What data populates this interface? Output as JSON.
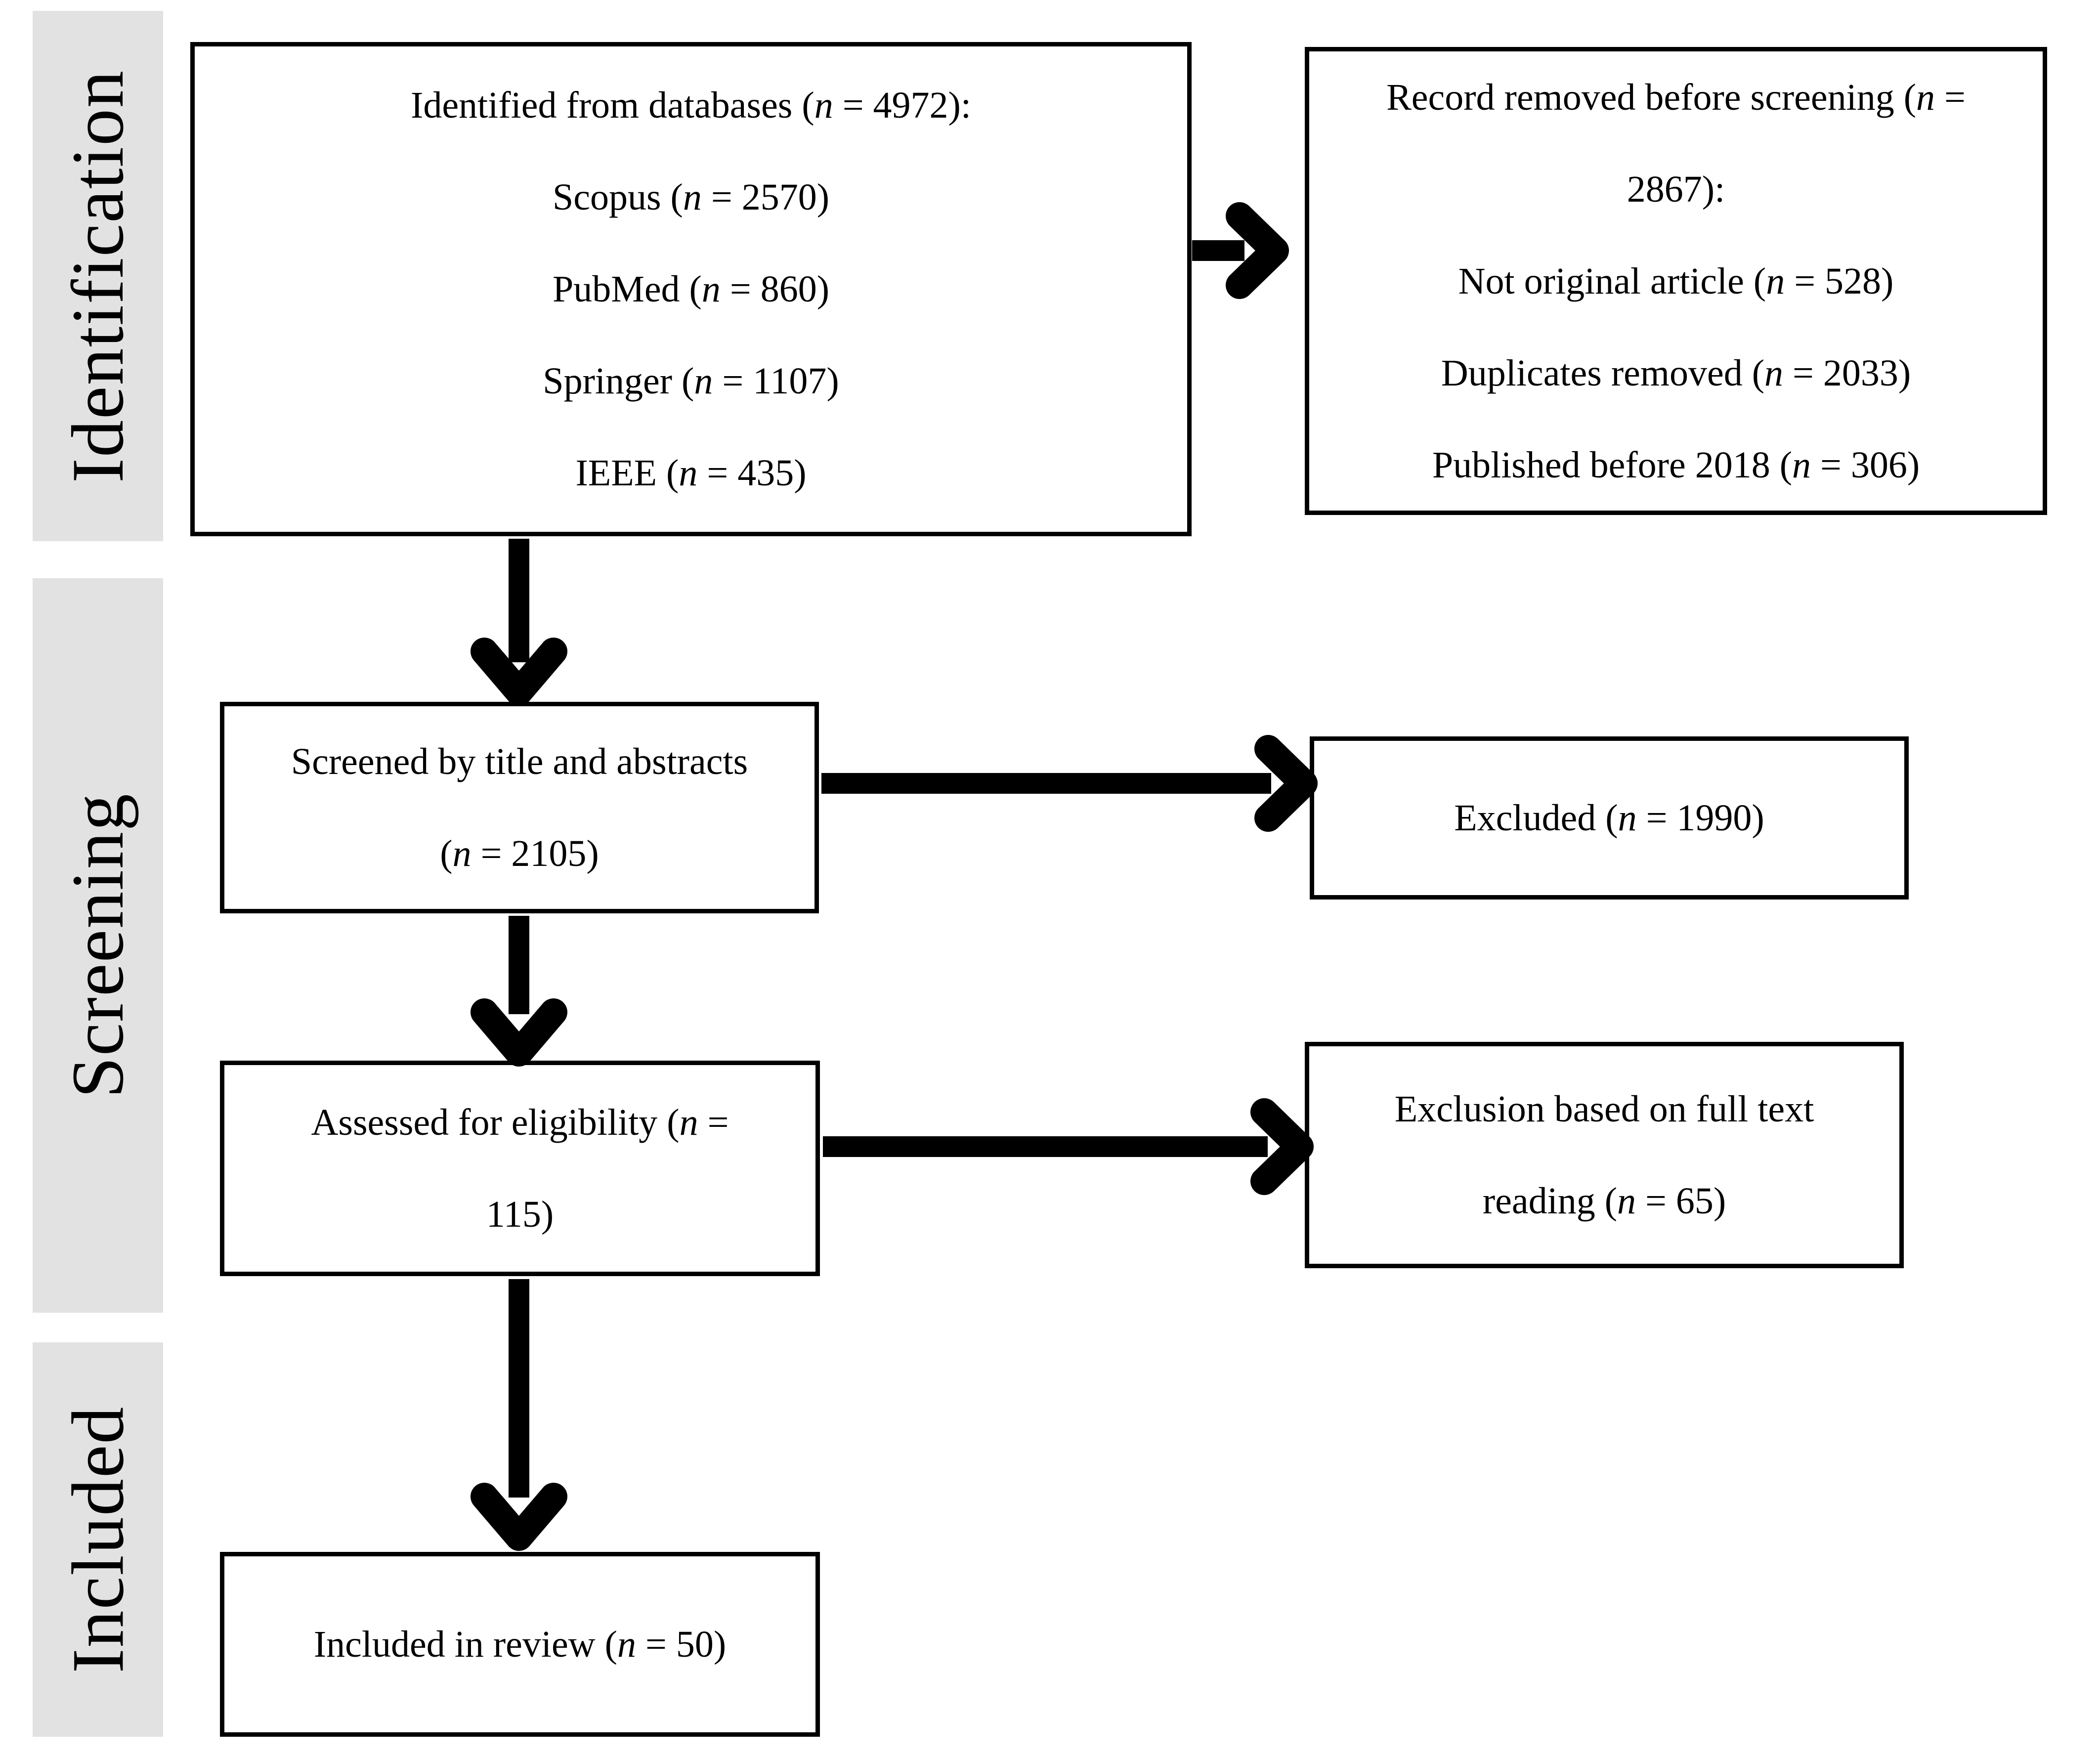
{
  "stage_labels": {
    "identification": "Identification",
    "screening": "Screening",
    "included": "Included"
  },
  "boxes": {
    "identified": {
      "lines": [
        "Identified from databases (n = 4972):",
        "Scopus (n = 2570)",
        "PubMed (n = 860)",
        "Springer (n = 1107)",
        "IEEE (n = 435)"
      ]
    },
    "removed_before_screening": {
      "lines": [
        "Record removed before screening (n =",
        "2867):",
        "Not original article (n = 528)",
        "Duplicates removed (n = 2033)",
        "Published before 2018 (n = 306)"
      ]
    },
    "screened": {
      "lines": [
        "Screened by title and abstracts",
        "(n = 2105)"
      ]
    },
    "excluded": {
      "lines": [
        "Excluded (n = 1990)"
      ]
    },
    "assessed": {
      "lines": [
        "Assessed for eligibility (n =",
        "115)"
      ]
    },
    "fulltext_exclusion": {
      "lines": [
        "Exclusion based on full text",
        "reading (n = 65)"
      ]
    },
    "included_review": {
      "lines": [
        "Included in review (n = 50)"
      ]
    }
  },
  "arrows": [
    {
      "name": "identified-to-removed",
      "direction": "right"
    },
    {
      "name": "identified-to-screened",
      "direction": "down"
    },
    {
      "name": "screened-to-excluded",
      "direction": "right"
    },
    {
      "name": "screened-to-assessed",
      "direction": "down"
    },
    {
      "name": "assessed-to-fulltext-exclusion",
      "direction": "right"
    },
    {
      "name": "assessed-to-included-review",
      "direction": "down"
    }
  ],
  "colors": {
    "stage_background": "#e2e2e2",
    "box_border": "#000000",
    "arrow": "#000000",
    "page_background": "#ffffff",
    "text": "#000000"
  }
}
